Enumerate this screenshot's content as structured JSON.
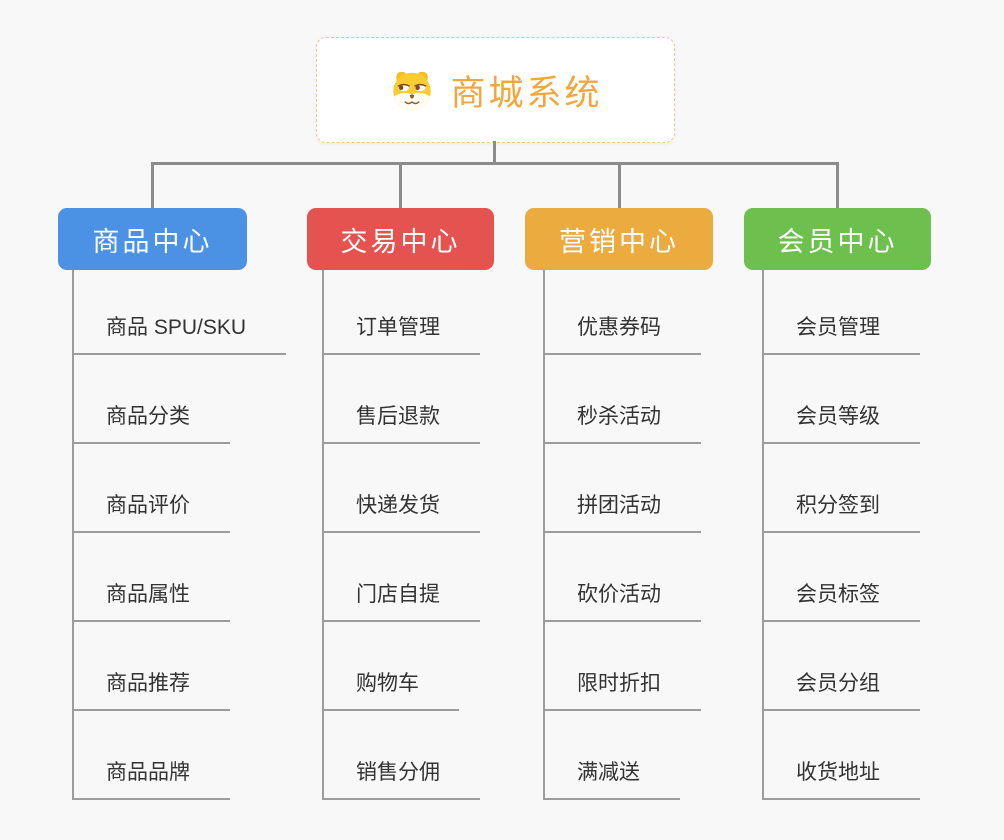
{
  "root": {
    "title": "商城系统",
    "icon": "dog-face-icon",
    "accent_color": "#F2A73D",
    "border_color": "#F2C684"
  },
  "connector_color": "#8C8C8C",
  "background_color": "#F8F8F8",
  "branches": [
    {
      "label": "商品中心",
      "color": "#4B92E4",
      "items": [
        "商品 SPU/SKU",
        "商品分类",
        "商品评价",
        "商品属性",
        "商品推荐",
        "商品品牌"
      ]
    },
    {
      "label": "交易中心",
      "color": "#E4534F",
      "items": [
        "订单管理",
        "售后退款",
        "快递发货",
        "门店自提",
        "购物车",
        "销售分佣"
      ]
    },
    {
      "label": "营销中心",
      "color": "#EBAB3F",
      "items": [
        "优惠券码",
        "秒杀活动",
        "拼团活动",
        "砍价活动",
        "限时折扣",
        "满减送"
      ]
    },
    {
      "label": "会员中心",
      "color": "#6DC04D",
      "items": [
        "会员管理",
        "会员等级",
        "积分签到",
        "会员标签",
        "会员分组",
        "收货地址"
      ]
    }
  ]
}
